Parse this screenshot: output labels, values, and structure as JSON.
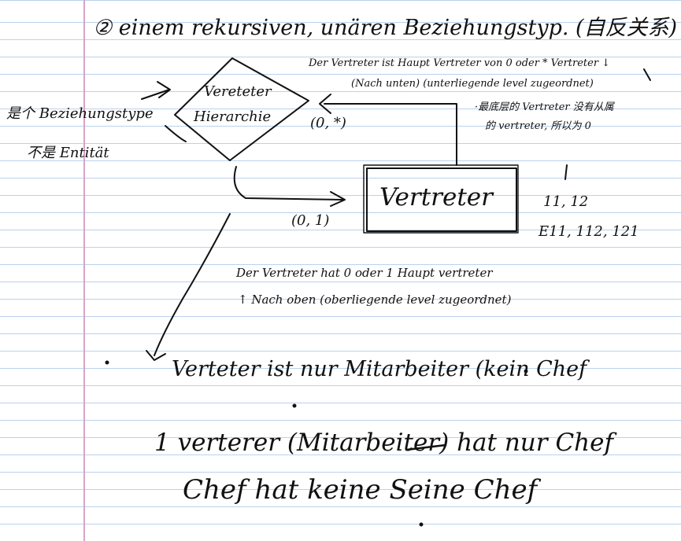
{
  "note": {
    "heading": "② einem rekursiven, unären Beziehungstyp. (自反关系)",
    "left_label_1": "是个 Beziehungstype",
    "left_label_2": "不是 Entität",
    "diamond_line_1": "Vereteter",
    "diamond_line_2": "Hierarchie",
    "entity_label": "Vertreter",
    "card_top": "(0, *)",
    "card_bottom": "(0, 1)",
    "top_note_1": "Der Vertreter ist Haupt Vertreter von 0 oder * Vertreter ↓",
    "top_note_2": "(Nach unten) (unterliegende level zugeordnet)",
    "top_note_3": "·最底层的 Vertreter 没有从属",
    "top_note_4": "的 vertreter, 所以为 0",
    "right_marks_1": "11, 12",
    "right_marks_2": "E11, 112, 121",
    "mid_note_1": "Der Vertreter hat 0 oder 1 Haupt vertreter",
    "mid_note_2": "↑ Nach oben (oberliegende level zugeordnet)",
    "bottom_1": "Verteter ist nur Mitarbeiter (kein Chef",
    "bottom_2": "1 verterer (Mitarbeiter) hat nur Chef",
    "bottom_3": "Chef hat keine Seine Chef"
  },
  "colors": {
    "ink": "#111111",
    "rule_line": "#b9d2ec",
    "margin_line": "#d9a3c4",
    "paper": "#ffffff"
  }
}
